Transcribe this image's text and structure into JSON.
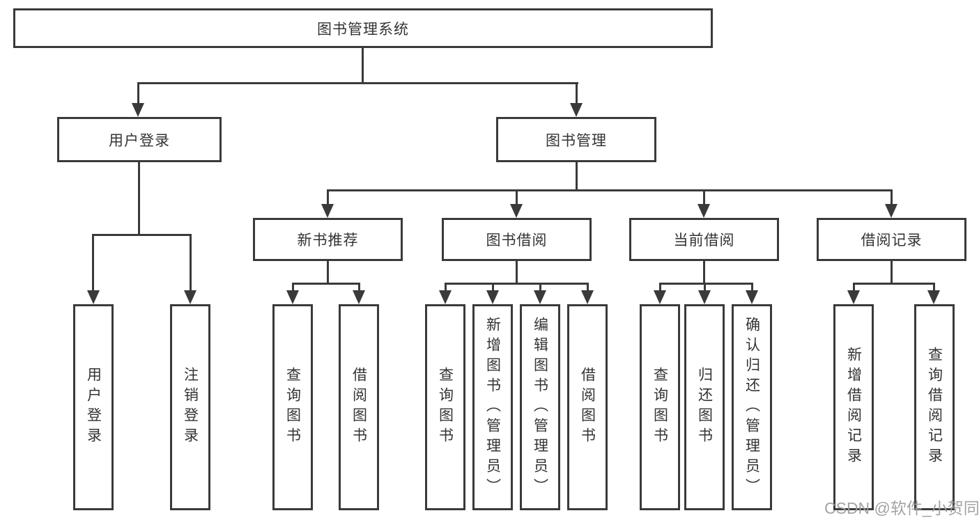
{
  "colors": {
    "line": "#3a3a3a",
    "text": "#333333",
    "background": "#ffffff",
    "watermark_gray": "#9e9e9e"
  },
  "watermark": {
    "text": "CSDN @软件_小贺同学"
  },
  "tree": {
    "root": "图书管理系统",
    "level2": [
      {
        "label": "用户登录",
        "leaves": [
          {
            "label": "用户登录"
          },
          {
            "label": "注销登录"
          }
        ]
      },
      {
        "label": "图书管理",
        "sections": [
          {
            "label": "新书推荐",
            "leaves": [
              {
                "label": "查询图书"
              },
              {
                "label": "借阅图书"
              }
            ]
          },
          {
            "label": "图书借阅",
            "leaves": [
              {
                "label": "查询图书"
              },
              {
                "label": "新增图书（管理员）"
              },
              {
                "label": "编辑图书（管理员）"
              },
              {
                "label": "借阅图书"
              }
            ]
          },
          {
            "label": "当前借阅",
            "leaves": [
              {
                "label": "查询图书"
              },
              {
                "label": "归还图书"
              },
              {
                "label": "确认归还（管理员）"
              }
            ]
          },
          {
            "label": "借阅记录",
            "leaves": [
              {
                "label": "新增借阅记录"
              },
              {
                "label": "查询借阅记录"
              }
            ]
          }
        ]
      }
    ]
  }
}
